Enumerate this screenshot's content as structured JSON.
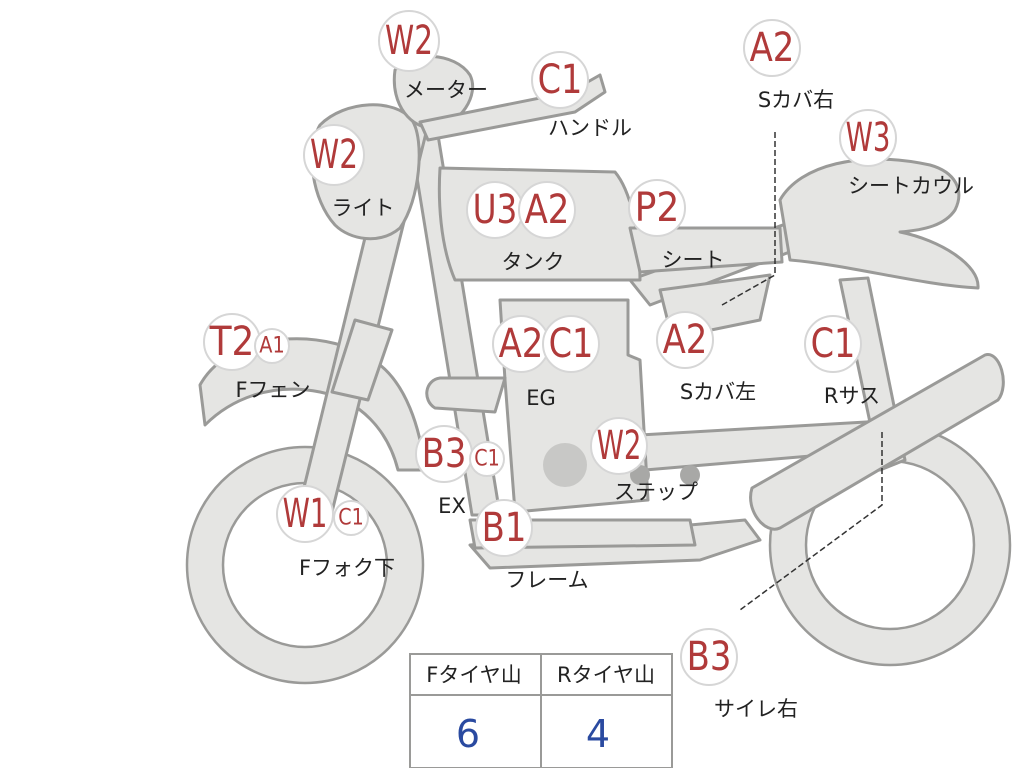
{
  "badges": [
    {
      "id": "meter",
      "labels": [
        "W2"
      ],
      "text": "メーター"
    },
    {
      "id": "handle",
      "labels": [
        "C1"
      ],
      "text": "ハンドル"
    },
    {
      "id": "light",
      "labels": [
        "W2"
      ],
      "text": "ライト"
    },
    {
      "id": "tank",
      "labels": [
        "U3",
        "A2"
      ],
      "text": "タンク"
    },
    {
      "id": "seat",
      "labels": [
        "P2"
      ],
      "text": "シート"
    },
    {
      "id": "scover-right",
      "labels": [
        "A2"
      ],
      "text": "Sカバ右"
    },
    {
      "id": "seat-cowl",
      "labels": [
        "W3"
      ],
      "text": "シートカウル"
    },
    {
      "id": "f-fender",
      "labels": [
        "T2",
        "A1"
      ],
      "text": "Fフェン"
    },
    {
      "id": "engine",
      "labels": [
        "A2",
        "C1"
      ],
      "text": "EG"
    },
    {
      "id": "scover-left",
      "labels": [
        "A2"
      ],
      "text": "Sカバ左"
    },
    {
      "id": "r-sus",
      "labels": [
        "C1"
      ],
      "text": "Rサス"
    },
    {
      "id": "exhaust",
      "labels": [
        "B3",
        "C1"
      ],
      "text": "EX"
    },
    {
      "id": "step",
      "labels": [
        "W2"
      ],
      "text": "ステップ"
    },
    {
      "id": "frame",
      "labels": [
        "B1"
      ],
      "text": "フレーム"
    },
    {
      "id": "f-fork-lower",
      "labels": [
        "W1",
        "C1"
      ],
      "text": "Fフォク下"
    },
    {
      "id": "silencer-right",
      "labels": [
        "B3"
      ],
      "text": "サイレ右"
    }
  ],
  "tread_table": {
    "headers": [
      "Fタイヤ山",
      "Rタイヤ山"
    ],
    "values": [
      "6",
      "4"
    ]
  },
  "colors": {
    "code_red": "#b03a3a",
    "value_blue": "#2a4aa0",
    "body_fill": "#e5e5e3",
    "outline": "#9a9a98"
  }
}
